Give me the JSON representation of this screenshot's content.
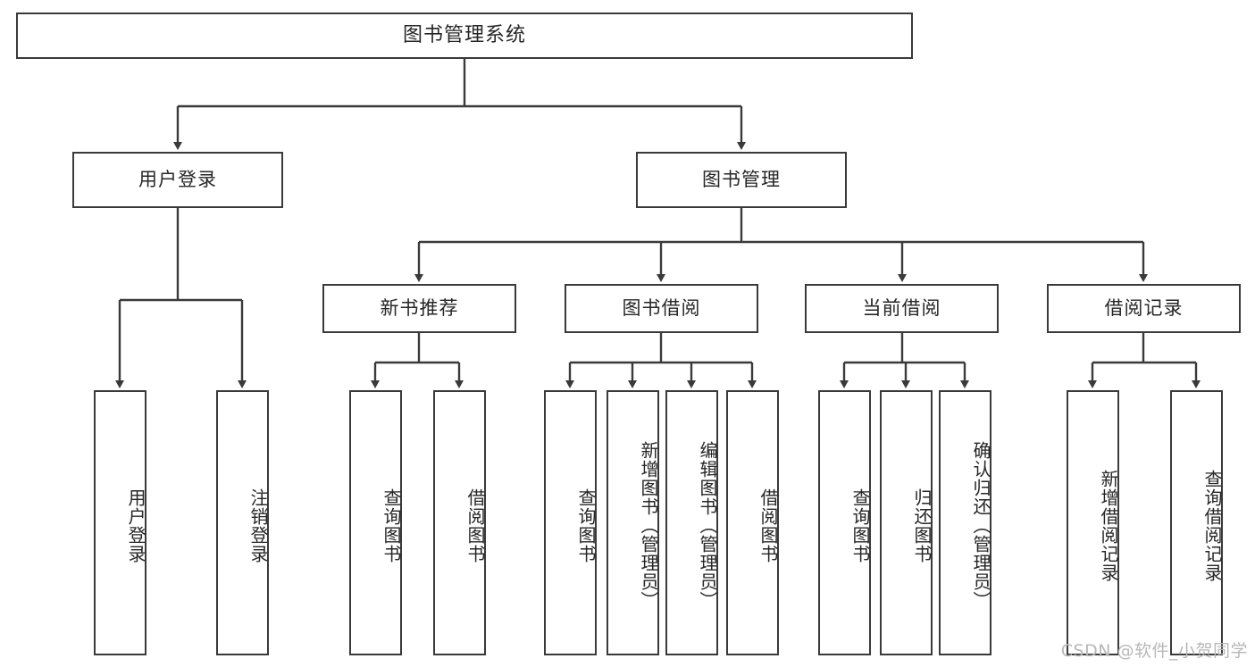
{
  "diagram": {
    "title": "图书管理系统",
    "type": "功能结构图",
    "watermark": "CSDN @软件_小贺同学",
    "colors": {
      "stroke": "#3a3a3a",
      "fill": "#ffffff",
      "text": "#262626",
      "watermark": "#b8b8b8"
    }
  },
  "nodes": {
    "root": {
      "label": "图书管理系统"
    },
    "level2": [
      {
        "label": "用户登录"
      },
      {
        "label": "图书管理"
      }
    ],
    "level3": [
      {
        "label": "新书推荐"
      },
      {
        "label": "图书借阅"
      },
      {
        "label": "当前借阅"
      },
      {
        "label": "借阅记录"
      }
    ],
    "leaves": {
      "user_login": [
        {
          "label": "用户登录"
        },
        {
          "label": "注销登录"
        }
      ],
      "new_book": [
        {
          "label": "查询图书"
        },
        {
          "label": "借阅图书"
        }
      ],
      "book_borrow": [
        {
          "label": "查询图书"
        },
        {
          "label": "新增图书（管理员）"
        },
        {
          "label": "编辑图书（管理员）"
        },
        {
          "label": "借阅图书"
        }
      ],
      "current_borrow": [
        {
          "label": "查询图书"
        },
        {
          "label": "归还图书"
        },
        {
          "label": "确认归还（管理员）"
        }
      ],
      "borrow_record": [
        {
          "label": "新增借阅记录"
        },
        {
          "label": "查询借阅记录"
        }
      ]
    }
  }
}
